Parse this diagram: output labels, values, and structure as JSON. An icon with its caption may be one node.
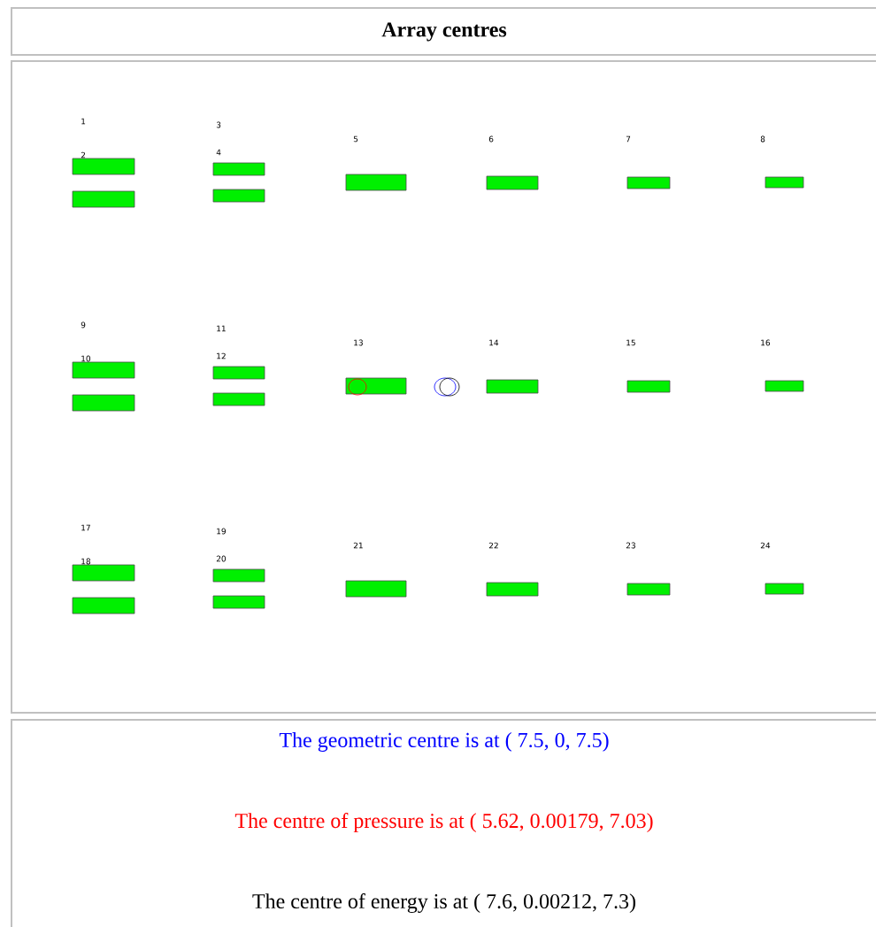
{
  "diagram": {
    "title": "Array centres",
    "nodes": [
      {
        "text": [],
        "shape": "bar"
      },
      {
        "text": [],
        "shape": "bar"
      },
      {
        "text": [],
        "shape": "bar"
      },
      {
        "text": [],
        "shape": "bar"
      },
      {
        "text": [],
        "shape": "bar"
      },
      {
        "text": [],
        "shape": "bar"
      },
      {
        "text": [],
        "shape": "bar"
      },
      {
        "text": [],
        "shape": "bar"
      },
      {
        "text": [],
        "shape": "bar"
      },
      {
        "text": [],
        "shape": "bar"
      },
      {
        "text": [],
        "shape": "bar"
      },
      {
        "text": [],
        "shape": "bar"
      },
      {
        "text": [],
        "shape": "bar"
      },
      {
        "text": [],
        "shape": "bar"
      },
      {
        "text": [],
        "shape": "bar"
      },
      {
        "text": [],
        "shape": "bar"
      },
      {
        "text": [],
        "shape": "bar"
      },
      {
        "text": [],
        "shape": "bar"
      },
      {
        "text": [],
        "shape": "bar"
      },
      {
        "text": [],
        "shape": "bar"
      },
      {
        "text": [],
        "shape": "bar"
      },
      {
        "text": [],
        "shape": "bar"
      },
      {
        "text": [],
        "shape": "bar"
      },
      {
        "text": [],
        "shape": "bar"
      }
    ],
    "labels": [
      "1",
      "2",
      "3",
      "4",
      "5",
      "6",
      "7",
      "8",
      "9",
      "10",
      "11",
      "12",
      "13",
      "14",
      "15",
      "16",
      "17",
      "18",
      "19",
      "20",
      "21",
      "22",
      "23",
      "24",
      "The geometric centre is at ( 7.5, 0, 7.5)",
      "The centre of pressure is at ( 5.62, 0.00179, 7.03)",
      "The centre of energy is at ( 7.6, 0.00212, 7.3)"
    ]
  }
}
